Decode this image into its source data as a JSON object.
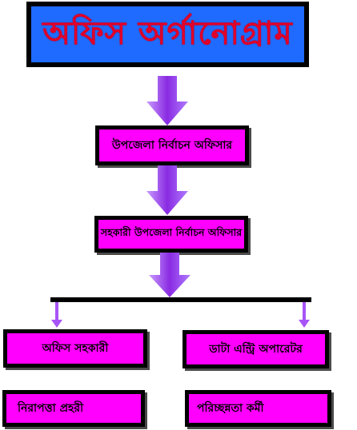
{
  "title": "অফিস অর্গানোগ্রাম",
  "nodes": {
    "upazila_election_officer": "উপজেলা নির্বাচন অফিসার",
    "assistant_upazila_election_officer": "সহকারী উপজেলা নির্বাচন অফিসার",
    "office_assistant": "অফিস সহকারী",
    "data_entry_operator": "ডাটা এন্ট্রি অপারেটর",
    "security_guard": "নিরাপত্তা প্রহরী",
    "cleaning_worker": "পরিচ্ছন্নতা কর্মী"
  },
  "colors": {
    "title_bg": "#1f6bff",
    "title_text": "#e0002a",
    "node_bg": "#ff00ff",
    "arrow": "#9b3df0",
    "border": "#000000"
  }
}
